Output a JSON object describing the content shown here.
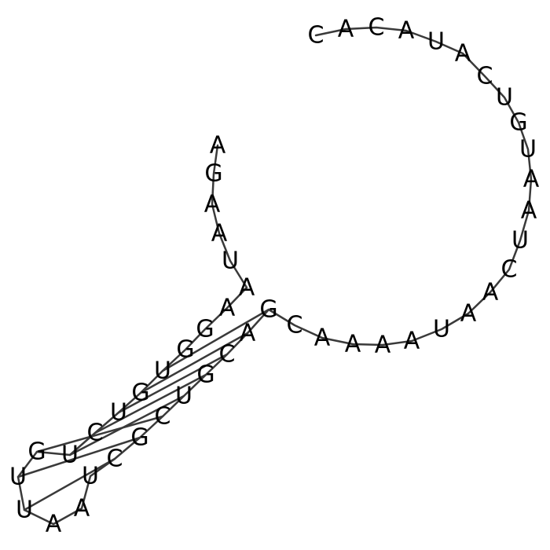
{
  "diagram": {
    "sequence": [
      "C",
      "A",
      "C",
      "A",
      "U",
      "A",
      "C",
      "U",
      "G",
      "U",
      "A",
      "A",
      "U",
      "C",
      "A",
      "A",
      "U",
      "A",
      "A",
      "A",
      "A",
      "C",
      "G",
      "A",
      "C",
      "G",
      "U",
      "C",
      "G",
      "C",
      "U",
      "A",
      "A",
      "U",
      "U",
      "G",
      "U",
      "C",
      "U",
      "G",
      "U",
      "G",
      "G",
      "A",
      "A",
      "U",
      "A",
      "A",
      "G",
      "A"
    ],
    "base_pairs": [
      [
        22,
        40
      ],
      [
        23,
        39
      ],
      [
        24,
        38
      ],
      [
        25,
        37
      ],
      [
        26,
        36
      ],
      [
        27,
        35
      ],
      [
        28,
        34
      ],
      [
        29,
        33
      ]
    ],
    "colors": {
      "backbone": "#3a3a3a",
      "text": "#000000",
      "background": "#ffffff"
    }
  }
}
